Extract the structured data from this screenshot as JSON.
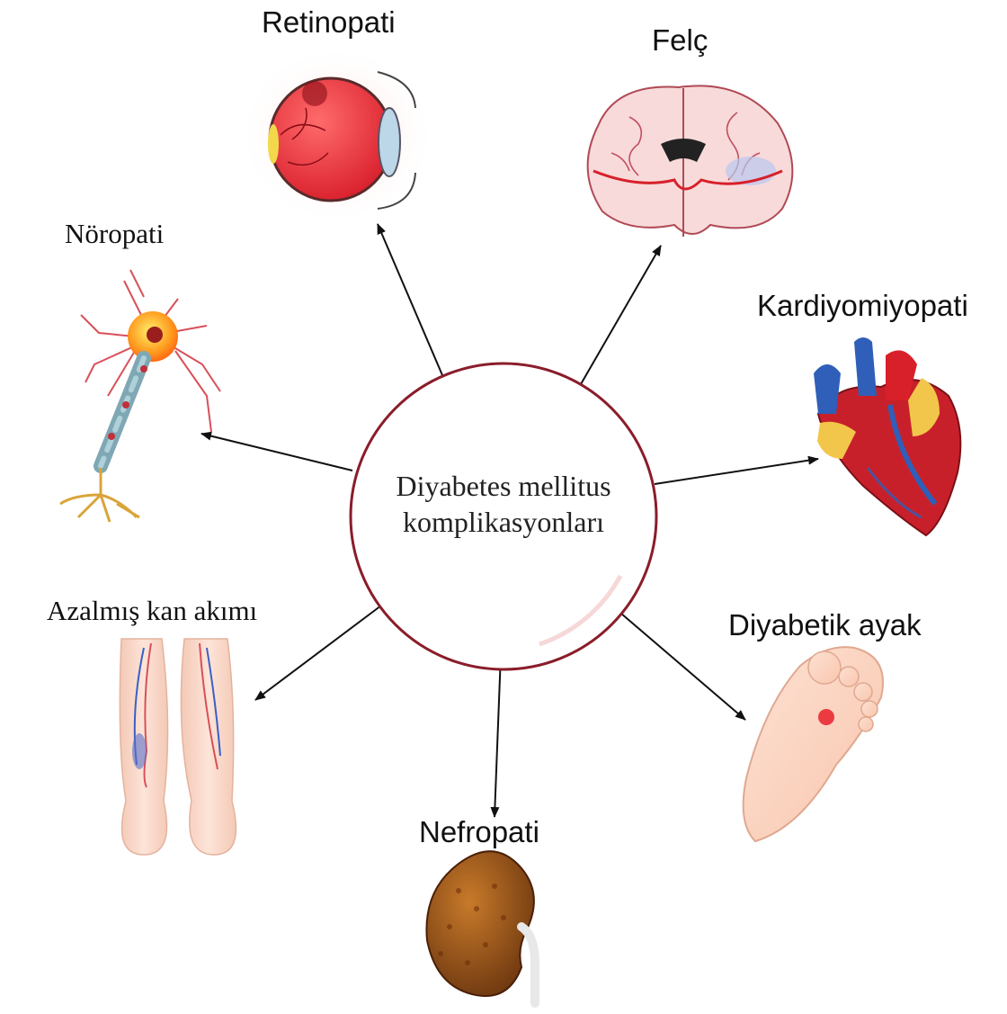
{
  "center": {
    "line1": "Diyabetes mellitus",
    "line2": "komplikasyonları"
  },
  "complications": {
    "retinopathy": "Retinopati",
    "stroke": "Felç",
    "neuropathy": "Nöropati",
    "cardiomyopathy": "Kardiyomiyopati",
    "reduced_blood_flow": "Azalmış kan akımı",
    "diabetic_foot": "Diyabetik ayak",
    "nephropathy": "Nefropati"
  },
  "colors": {
    "arrow": "#111111",
    "circle_stroke": "#8a1d2a",
    "eye_red": "#e8303a",
    "brain_pink": "#f6d2d2",
    "heart_red": "#c8202a",
    "heart_blue": "#2f5fb8",
    "kidney_brown": "#9a5418",
    "skin": "#fbd6c4",
    "neuron_orange": "#ff8a1e",
    "axon_teal": "#7fa7b4"
  }
}
